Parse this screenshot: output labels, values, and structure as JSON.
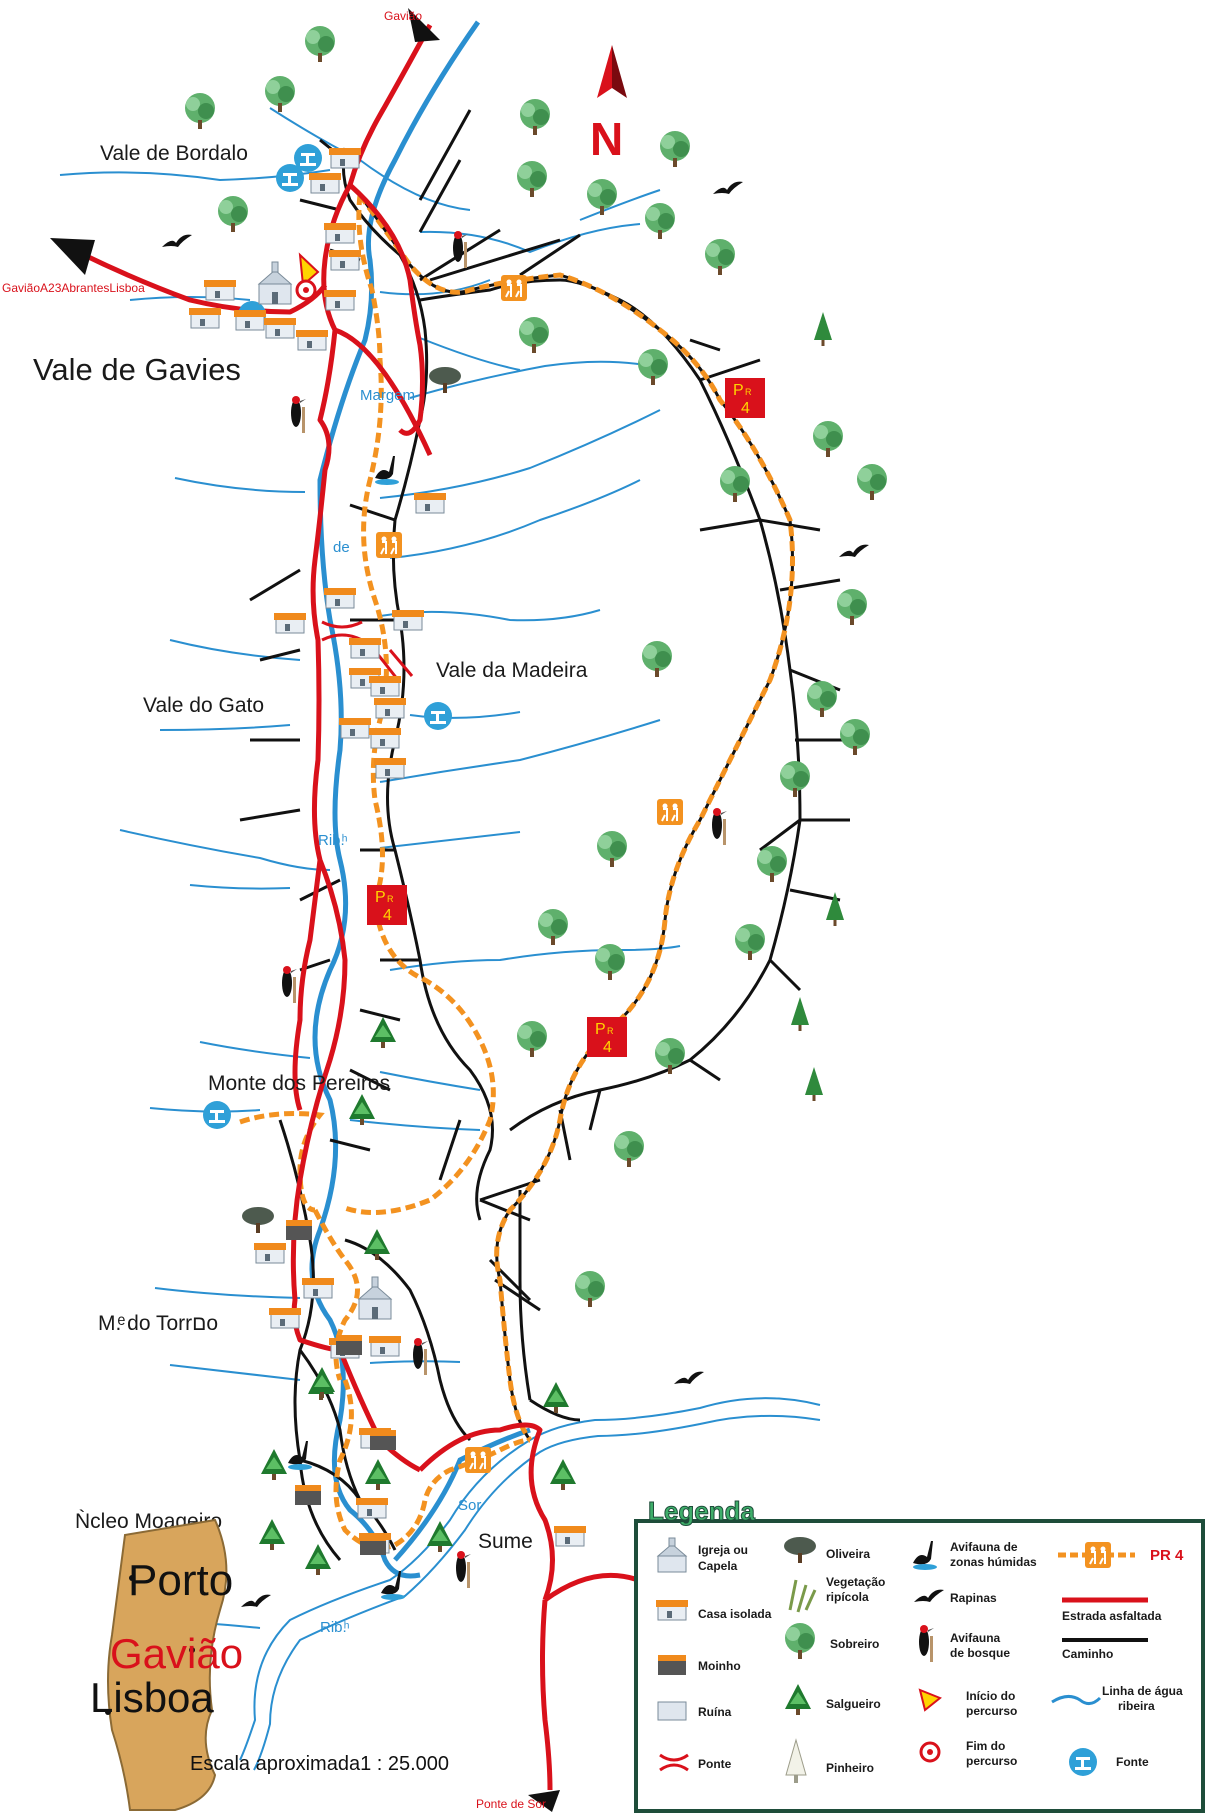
{
  "places": {
    "vale_bordalo": "Vale de Bordalo",
    "vale_gavies": "Vale de Gavies",
    "vale_madeira": "Vale da Madeira",
    "vale_gato": "Vale do Gato",
    "monte_pereiros": "Monte dos Pereiros",
    "monte_torrao": "M.ͤ do Torrםo",
    "nucleo": "Ǹcleo Moageiro",
    "sume": "Sume"
  },
  "road_labels": {
    "gaviao_top": "Gavião",
    "west": "GaviãoA23AbrantesLisboa",
    "ponte_sor": "Ponte de Sor"
  },
  "water_labels": {
    "margem": "Margem",
    "de": "de",
    "rib1": "Rib.ͪ",
    "sor": "Sor",
    "rib2": "Rib.ͪ"
  },
  "route": {
    "marker_top": "P",
    "marker_sub": "R",
    "marker_num": "4"
  },
  "north": "N",
  "inset": {
    "porto": "Porto",
    "gaviao": "Gavião",
    "lisboa": "Lisboa"
  },
  "scale": "Escala aproximada1 : 25.000",
  "legend": {
    "title": "Legenda",
    "igreja_1": "Igreja ou",
    "igreja_2": "Capela",
    "casa": "Casa isolada",
    "moinho": "Moinho",
    "ruina": "Ruína",
    "ponte": "Ponte",
    "oliveira": "Oliveira",
    "vegetacao_1": "Vegetação",
    "vegetacao_2": "ripícola",
    "sobreiro": "Sobreiro",
    "salgueiro": "Salgueiro",
    "pinheiro": "Pinheiro",
    "avifauna_zh_1": "Avifauna de",
    "avifauna_zh_2": "zonas húmidas",
    "rapinas": "Rapinas",
    "avifauna_b_1": "Avifauna",
    "avifauna_b_2": "de bosque",
    "inicio_1": "Início do",
    "inicio_2": "percurso",
    "fim_1": "Fim do",
    "fim_2": "percurso",
    "pr4": "PR 4",
    "estrada": "Estrada asfaltada",
    "caminho": "Caminho",
    "linha_1": "Linha de água",
    "linha_2": "ribeira",
    "fonte": "Fonte"
  },
  "colors": {
    "road": "#d9111b",
    "water": "#2a8fd0",
    "route": "#f39220",
    "path": "#111111",
    "tree": "#4aa35a",
    "legend_border": "#1e4d3a",
    "inset": "#d8a55c"
  }
}
